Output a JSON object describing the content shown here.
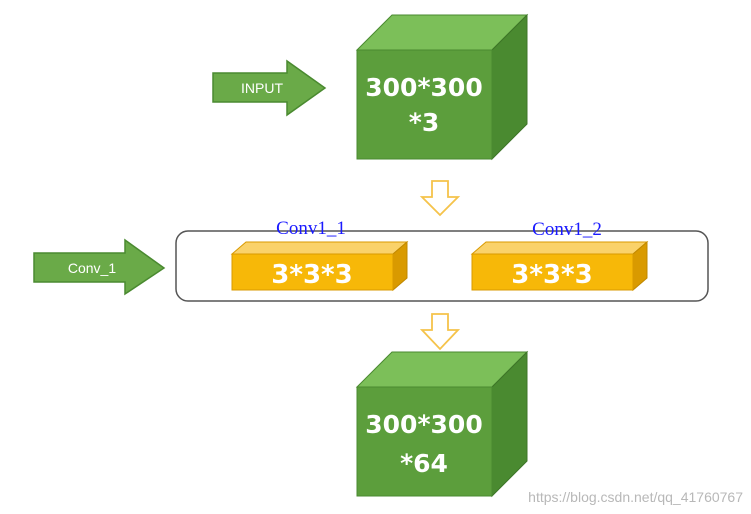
{
  "input_arrow": {
    "label": "INPUT"
  },
  "input_cube": {
    "line1": "300*300",
    "line2": "*3"
  },
  "conv_arrow": {
    "label": "Conv_1"
  },
  "conv_group": {
    "layers": [
      {
        "name": "Conv1_1",
        "kernel": "3*3*3"
      },
      {
        "name": "Conv1_2",
        "kernel": "3*3*3"
      }
    ]
  },
  "output_cube": {
    "line1": "300*300",
    "line2": "*64"
  },
  "watermark": "https://blog.csdn.net/qq_41760767",
  "colors": {
    "cube_front": "#5c9e3c",
    "cube_top": "#7cbf59",
    "cube_side": "#4a8a30",
    "arrow_green": "#6aaa48",
    "block_front": "#f7b808",
    "block_top": "#fad26a",
    "block_side": "#d99a00",
    "down_arrow_stroke": "#f5c34a",
    "label_blue": "#1a1aff"
  },
  "icons": [
    "down-arrow-outline-icon",
    "right-arrow-icon"
  ]
}
